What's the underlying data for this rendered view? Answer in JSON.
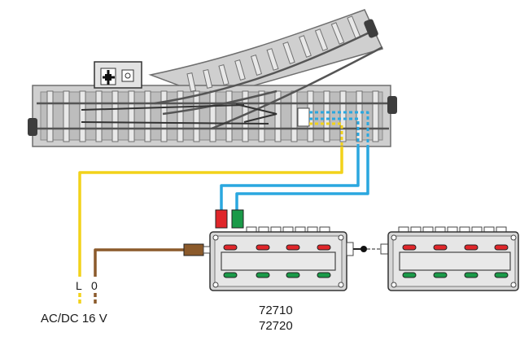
{
  "labels": {
    "power_terminal_l": "L",
    "power_terminal_0": "0",
    "power_supply": "AC/DC 16 V",
    "model_number_1": "72710",
    "model_number_2": "72720"
  },
  "colors": {
    "track_base": "#c9c9c9",
    "track_edge": "#6e6e6e",
    "wire_yellow": "#f2d21a",
    "wire_blue": "#2aa7df",
    "wire_brown": "#8b5a2b",
    "button_red": "#e0262a",
    "button_green": "#1a9a48",
    "box_body": "#d7d7d7"
  },
  "icons": {
    "switch_motor": "turnout-drive-icon",
    "connector": "plug-icon"
  }
}
